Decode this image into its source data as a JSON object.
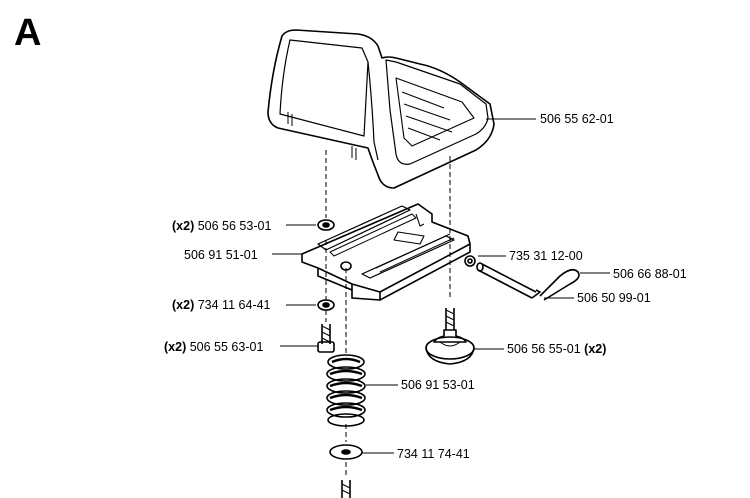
{
  "section_letter": "A",
  "parts": [
    {
      "id": "seat",
      "number": "506 55 62-01",
      "qty": ""
    },
    {
      "id": "washer-upper",
      "number": "506 56 53-01",
      "qty": "(x2)"
    },
    {
      "id": "bracket",
      "number": "506 91 51-01",
      "qty": ""
    },
    {
      "id": "nut-small",
      "number": "735 31 12-00",
      "qty": ""
    },
    {
      "id": "hair-pin",
      "number": "506 66 88-01",
      "qty": ""
    },
    {
      "id": "pin",
      "number": "506 50 99-01",
      "qty": ""
    },
    {
      "id": "washer-lower",
      "number": "734 11 64-41",
      "qty": "(x2)"
    },
    {
      "id": "bolt",
      "number": "506 55 63-01",
      "qty": "(x2)"
    },
    {
      "id": "knob",
      "number": "506 56 55-01",
      "qty": "(x2)"
    },
    {
      "id": "spring",
      "number": "506 91 53-01",
      "qty": ""
    },
    {
      "id": "washer-bottom",
      "number": "734 11 74-41",
      "qty": ""
    }
  ]
}
